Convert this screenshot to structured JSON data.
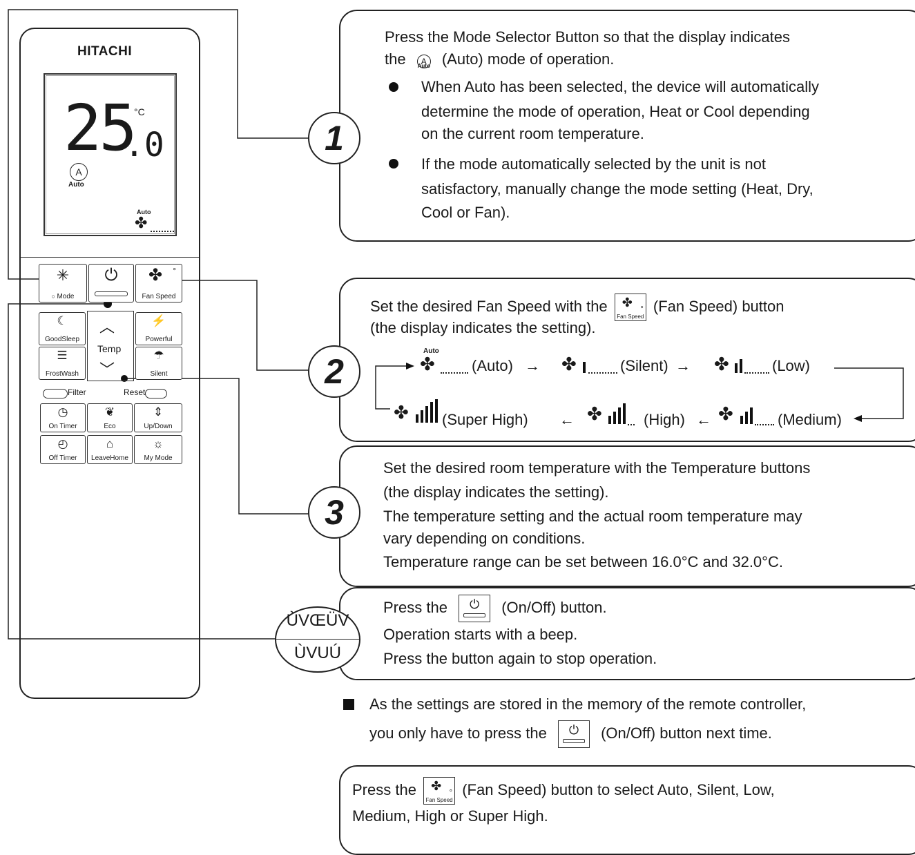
{
  "remote": {
    "brand": "HITACHI",
    "display_temp_main": "25",
    "display_temp_decimal": ".0",
    "display_unit": "°C",
    "display_mode_label": "Auto",
    "display_fan_label": "Auto",
    "buttons": {
      "mode": "Mode",
      "fan_speed": "Fan Speed",
      "goodsleep": "GoodSleep",
      "temp": "Temp",
      "powerful": "Powerful",
      "frostwash": "FrostWash",
      "silent": "Silent",
      "filter": "Filter",
      "reset": "Reset",
      "on_timer": "On Timer",
      "eco": "Eco",
      "updown": "Up/Down",
      "off_timer": "Off Timer",
      "leavehome": "LeaveHome",
      "mymode": "My Mode"
    }
  },
  "step1": {
    "number": "1",
    "line1": "Press the Mode Selector Button so that the display indicates",
    "line2_pre": "the",
    "line2_icon_label": "Auto",
    "line2_post": "(Auto) mode of operation.",
    "bullet1": [
      "When Auto  has been selected, the device will automatically",
      "determine the mode of operation, Heat or Cool depending",
      "on the current room temperature."
    ],
    "bullet2": [
      "If the mode automatically selected by the unit is not",
      "satisfactory, manually change the mode setting (Heat, Dry,",
      "Cool or Fan)."
    ]
  },
  "step2": {
    "number": "2",
    "line1_pre": "Set the desired Fan Speed with the",
    "line1_post": "(Fan Speed) button",
    "line2": "(the display indicates the setting).",
    "button_label": "Fan Speed",
    "auto_small": "Auto",
    "speeds": {
      "auto": "(Auto)",
      "silent": "(Silent)",
      "low": "(Low)",
      "medium": "(Medium)",
      "high": "(High)",
      "super_high": "(Super High)"
    }
  },
  "step3": {
    "number": "3",
    "lines": [
      "Set the desired room temperature with the Temperature buttons",
      "(the display indicates the setting).",
      "The temperature setting and the actual room temperature may",
      "vary depending on conditions.",
      "Temperature range can be set between 16.0°C and 32.0°C."
    ]
  },
  "step4": {
    "number_top": "ÙVŒÜV",
    "number_bottom": "ÙVUÚ",
    "line1_pre": "Press the",
    "line1_post": "(On/Off) button.",
    "line2": "Operation starts with a beep.",
    "line3": "Press the button again to stop operation."
  },
  "note": {
    "line1": "As the settings are stored in the memory of the remote controller,",
    "line2_pre": "you only have to press the",
    "line2_post": "(On/Off) button next time."
  },
  "tip": {
    "line1_pre": "Press the",
    "line1_post": "(Fan Speed) button to select Auto, Silent, Low,",
    "line2": "Medium, High or Super High.",
    "button_label": "Fan Speed"
  }
}
